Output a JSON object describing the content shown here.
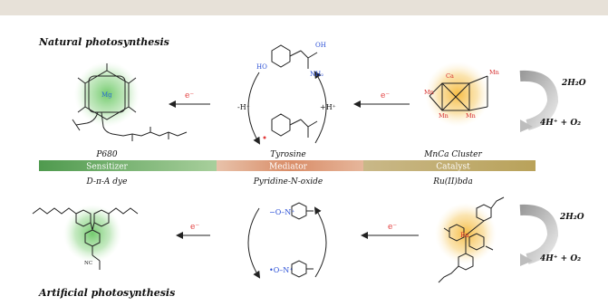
{
  "headers": {
    "natural": "Natural photosynthesis",
    "artificial": "Artificial photosynthesis"
  },
  "bar": {
    "sensitizer": "Sensitizer",
    "mediator": "Mediator",
    "catalyst": "Catalyst"
  },
  "natural": {
    "sensitizer": "P680",
    "mediator": "Tyrosine",
    "catalyst": "MnCa Cluster"
  },
  "artificial": {
    "sensitizer": "D-π-A dye",
    "mediator": "Pyridine-N-oxide",
    "catalyst": "Ru(II)bda"
  },
  "labels": {
    "electron": "e⁻",
    "h_minus": "-H⁺",
    "h_plus": "+H⁺",
    "water": "2H₂O",
    "products": "4H⁺ + O₂",
    "oh": "OH",
    "nh2": "NH₂",
    "ho": "HO",
    "ru": "Ru",
    "ca": "Ca",
    "mn": "Mn",
    "mg": "Mg"
  },
  "colors": {
    "sensitizer": "#6fae6a",
    "mediator": "#d79a7c",
    "catalyst": "#c6b073",
    "electron": "#e23b3b",
    "green_glow": "#7ed07a",
    "yellow_glow": "#f5c24f"
  }
}
